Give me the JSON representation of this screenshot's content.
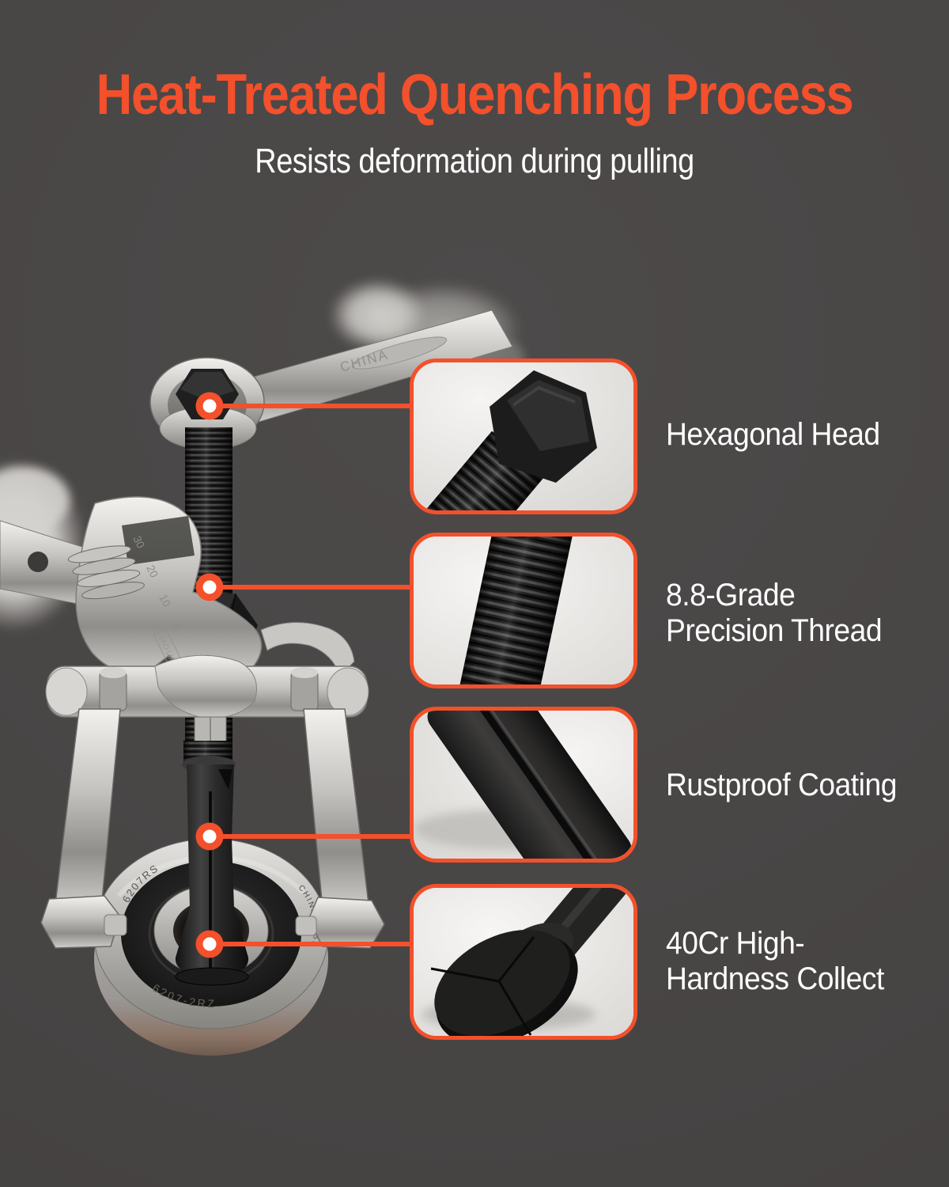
{
  "header": {
    "title": "Heat-Treated Quenching Process",
    "subtitle": "Resists deformation during pulling"
  },
  "features": [
    {
      "id": "hexagonal-head",
      "line1": "Hexagonal Head",
      "line2": ""
    },
    {
      "id": "precision-thread",
      "line1": "8.8-Grade",
      "line2": "Precision Thread"
    },
    {
      "id": "rustproof-coating",
      "line1": "Rustproof Coating",
      "line2": ""
    },
    {
      "id": "hardness-collet",
      "line1": "40Cr High-",
      "line2": "Hardness Collect"
    }
  ],
  "photo": {
    "wrench_stamp": "CHINA",
    "scale_marks": [
      "30",
      "20",
      "10",
      "0"
    ],
    "brand_stamp": "BAO LIAN",
    "bearing_marks": {
      "top": "6207RS",
      "right": "CHINA HSSR",
      "bottom": "6207-2RZ"
    }
  },
  "colors": {
    "accent": "#F3502B",
    "background": "#494646",
    "card_background": "#EFEEEC",
    "text": "#FFFFFF"
  }
}
